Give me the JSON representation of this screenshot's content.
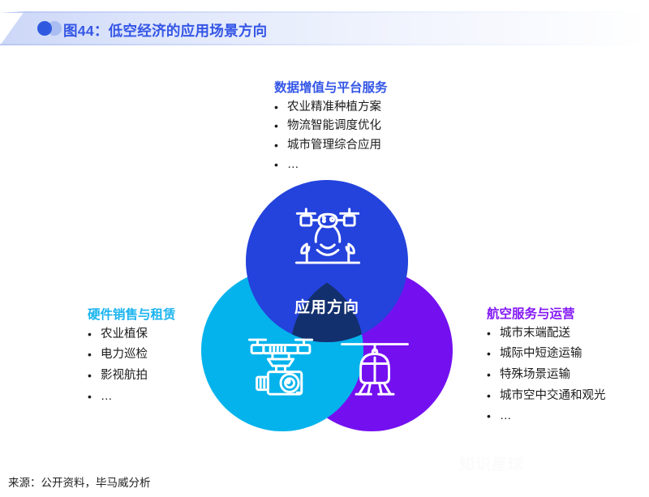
{
  "header": {
    "title": "图44：低空经济的应用场景方向",
    "accent_color": "#3355e6",
    "dot_icon": "circle-pair-icon"
  },
  "venn": {
    "center_label": "应用方向",
    "circles": [
      {
        "id": "top",
        "name": "data-platform-circle",
        "color": "#2442dc",
        "icon": "drone-icon"
      },
      {
        "id": "left",
        "name": "hardware-circle",
        "color": "#05b3ec",
        "icon": "drone-camera-icon"
      },
      {
        "id": "right",
        "name": "aviation-circle",
        "color": "#7410f0",
        "icon": "helicopter-icon"
      }
    ],
    "overlap_color": "#13306e"
  },
  "blocks": {
    "top": {
      "heading": "数据增值与平台服务",
      "color": "#3355e6",
      "items": [
        "农业精准种植方案",
        "物流智能调度优化",
        "城市管理综合应用",
        "…"
      ]
    },
    "left": {
      "heading": "硬件销售与租赁",
      "color": "#1ab4ef",
      "items": [
        "农业植保",
        "电力巡检",
        "影视航拍",
        "…"
      ]
    },
    "right": {
      "heading": "航空服务与运营",
      "color": "#8317f5",
      "items": [
        "城市末端配送",
        "城际中短途运输",
        "特殊场景运输",
        "城市空中交通和观光",
        "…"
      ]
    }
  },
  "footer": {
    "source": "来源：公开资料，毕马威分析"
  },
  "watermark": {
    "text": "知识星球"
  },
  "bullet_glyph": "•"
}
